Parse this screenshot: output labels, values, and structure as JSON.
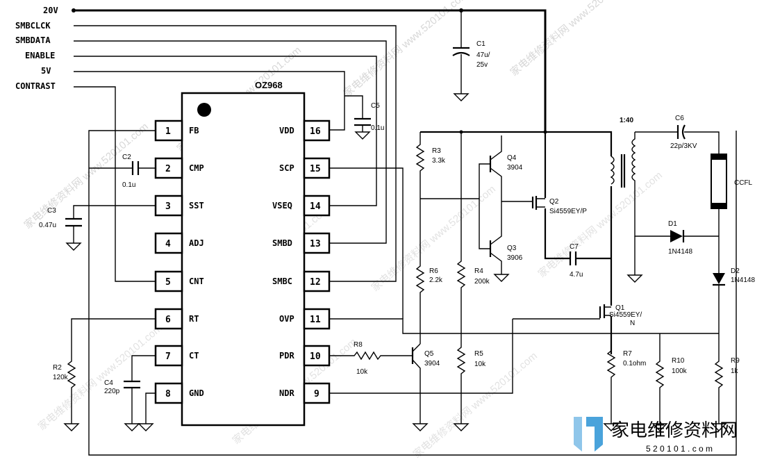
{
  "signals": [
    "20V",
    "SMBCLCK",
    "SMBDATA",
    "ENABLE",
    "5V",
    "CONTRAST"
  ],
  "ic": {
    "name": "OZ968",
    "left_pins": [
      {
        "num": "1",
        "name": "FB"
      },
      {
        "num": "2",
        "name": "CMP"
      },
      {
        "num": "3",
        "name": "SST"
      },
      {
        "num": "4",
        "name": "ADJ"
      },
      {
        "num": "5",
        "name": "CNT"
      },
      {
        "num": "6",
        "name": "RT"
      },
      {
        "num": "7",
        "name": "CT"
      },
      {
        "num": "8",
        "name": "GND"
      }
    ],
    "right_pins": [
      {
        "num": "16",
        "name": "VDD"
      },
      {
        "num": "15",
        "name": "SCP"
      },
      {
        "num": "14",
        "name": "VSEQ"
      },
      {
        "num": "13",
        "name": "SMBD"
      },
      {
        "num": "12",
        "name": "SMBC"
      },
      {
        "num": "11",
        "name": "OVP"
      },
      {
        "num": "10",
        "name": "PDR"
      },
      {
        "num": "9",
        "name": "NDR"
      }
    ]
  },
  "components": {
    "c1": {
      "ref": "C1",
      "value1": "47u/",
      "value2": "25v"
    },
    "c2": {
      "ref": "C2",
      "value": "0.1u"
    },
    "c3": {
      "ref": "C3",
      "value": "0.47u"
    },
    "c4": {
      "ref": "C4",
      "value": "220p"
    },
    "c5": {
      "ref": "C5",
      "value": "0.1u"
    },
    "c6": {
      "ref": "C6",
      "value": "22p/3KV"
    },
    "c7": {
      "ref": "C7",
      "value": "4.7u"
    },
    "r2": {
      "ref": "R2",
      "value": "120k"
    },
    "r3": {
      "ref": "R3",
      "value": "3.3k"
    },
    "r4": {
      "ref": "R4",
      "value": "200k"
    },
    "r5": {
      "ref": "R5",
      "value": "10k"
    },
    "r6": {
      "ref": "R6",
      "value": "2.2k"
    },
    "r7": {
      "ref": "R7",
      "value": "0.1ohm"
    },
    "r8": {
      "ref": "R8",
      "value": "10k"
    },
    "r9": {
      "ref": "R9",
      "value": "1k"
    },
    "r10": {
      "ref": "R10",
      "value": "100k"
    },
    "q1": {
      "ref": "Q1",
      "value1": "Si4559EY/",
      "value2": "N"
    },
    "q2": {
      "ref": "Q2",
      "value": "Si4559EY/P"
    },
    "q3": {
      "ref": "Q3",
      "value": "3906"
    },
    "q4": {
      "ref": "Q4",
      "value": "3904"
    },
    "q5": {
      "ref": "Q5",
      "value": "3904"
    },
    "d1": {
      "ref": "D1",
      "value": "1N4148"
    },
    "d2": {
      "ref": "D2",
      "value": "1N4148"
    },
    "t1": {
      "ratio": "1:40"
    },
    "lamp": {
      "label": "CCFL"
    }
  },
  "watermark": {
    "logo_text": "家电维修资料网",
    "logo_url": "5 2 0 1 0 1 . c o m",
    "diag_text": "家电维修资料网 www.520101.com"
  }
}
